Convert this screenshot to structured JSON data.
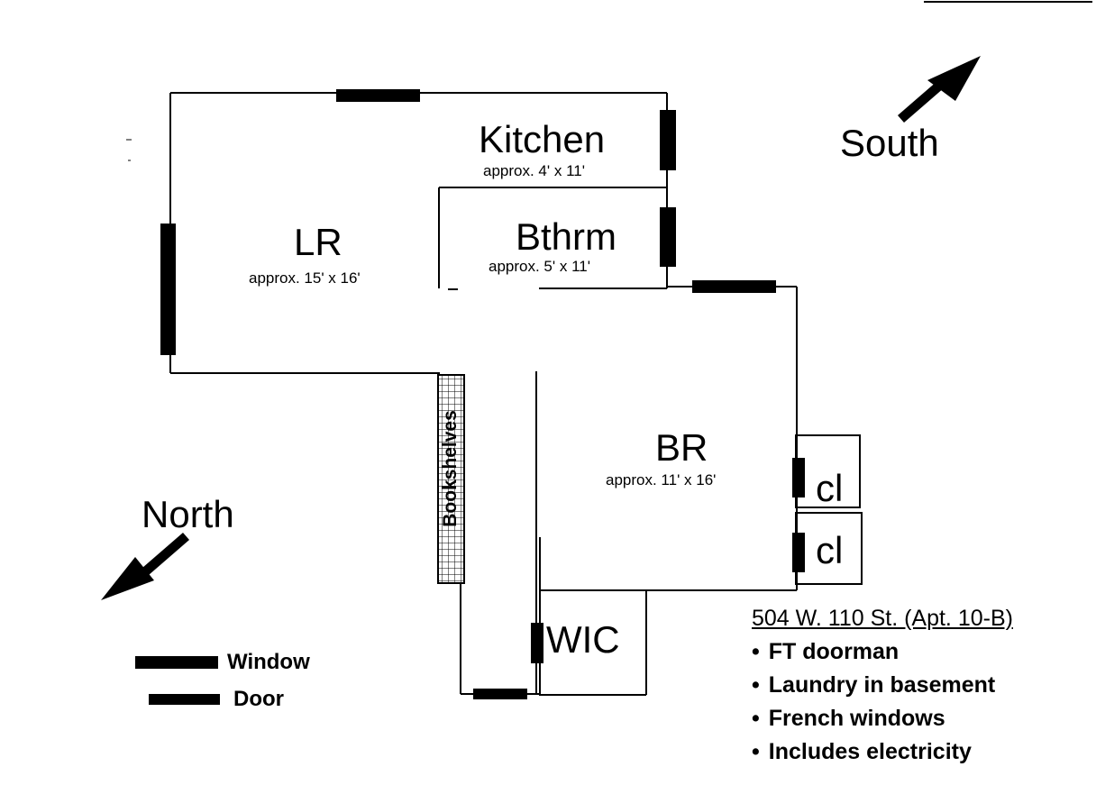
{
  "rooms": {
    "kitchen": {
      "name": "Kitchen",
      "size": "approx. 4' x 11'"
    },
    "lr": {
      "name": "LR",
      "size": "approx. 15' x 16'"
    },
    "bathroom": {
      "name": "Bthrm",
      "size": "approx. 5' x 11'"
    },
    "br": {
      "name": "BR",
      "size": "approx. 11' x 16'"
    },
    "closet1": {
      "name": "cl"
    },
    "closet2": {
      "name": "cl"
    },
    "wic": {
      "name": "WIC"
    }
  },
  "bookshelves": "Bookshelves",
  "directions": {
    "south": "South",
    "north": "North"
  },
  "legend": {
    "window": "Window",
    "door": "Door"
  },
  "notes": {
    "address": "504 W. 110 St. (Apt. 10-B)",
    "items": [
      "FT doorman",
      "Laundry in basement",
      "French windows",
      "Includes electricity"
    ]
  }
}
